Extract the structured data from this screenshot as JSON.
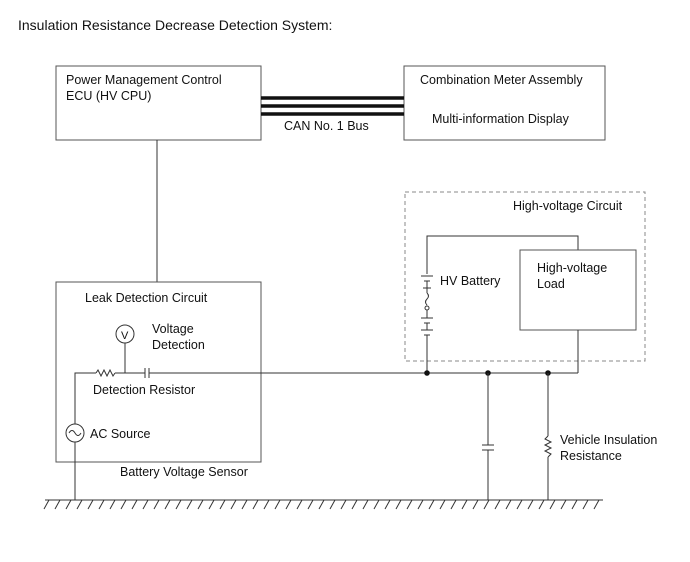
{
  "title": "Insulation Resistance Decrease Detection System:",
  "blocks": {
    "ecu_line1": "Power Management Control",
    "ecu_line2": "ECU (HV CPU)",
    "meter_line1": "Combination Meter Assembly",
    "meter_line2": "Multi-information Display",
    "bus": "CAN No. 1 Bus",
    "hv_circuit": "High-voltage Circuit",
    "hv_battery": "HV Battery",
    "load_line1": "High-voltage",
    "load_line2": "Load",
    "leak_circuit": "Leak Detection Circuit",
    "voltage_line1": "Voltage",
    "voltage_line2": "Detection",
    "voltmeter_symbol": "V",
    "detection_resistor": "Detection Resistor",
    "ac_source": "AC Source",
    "battery_sensor": "Battery Voltage Sensor",
    "insulation_line1": "Vehicle Insulation",
    "insulation_line2": "Resistance"
  },
  "colors": {
    "line": "#333333",
    "box_border": "#555555",
    "dashed_border": "#888888",
    "bus": "#111111"
  }
}
